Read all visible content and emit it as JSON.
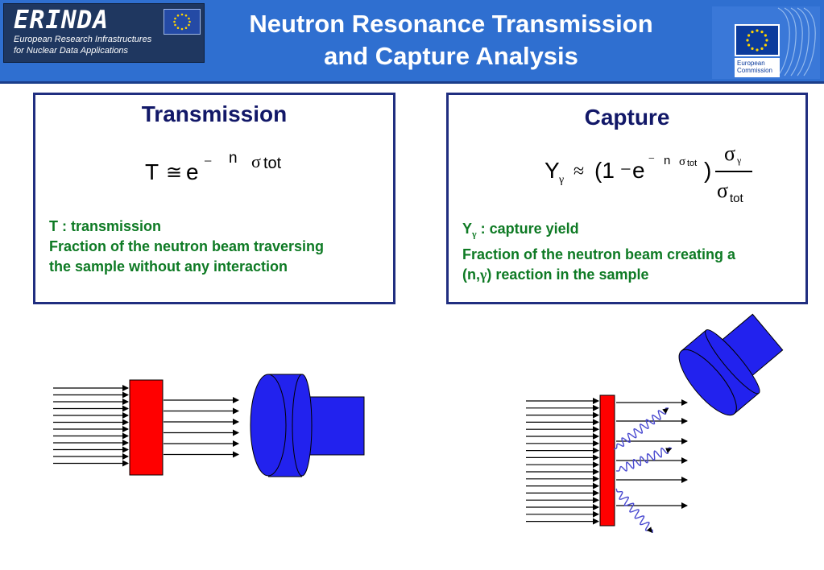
{
  "header": {
    "logo_name": "ERINDA",
    "logo_line1": "European Research Infrastructures",
    "logo_line2": "for Nuclear Data Applications",
    "title_line1": "Neutron Resonance Transmission",
    "title_line2": "and Capture Analysis",
    "ec_label_line1": "European",
    "ec_label_line2": "Commission"
  },
  "transmission": {
    "title": "Transmission",
    "eq_T": "T",
    "eq_approx": "≅",
    "eq_e": "e",
    "eq_minus": "−",
    "eq_n": "n",
    "eq_sigma": "σ",
    "eq_tot": "tot",
    "desc_line1": "T : transmission",
    "desc_line2": "Fraction of the neutron beam traversing",
    "desc_line3": "the sample without any interaction"
  },
  "capture": {
    "title": "Capture",
    "eq_Y": "Y",
    "eq_gamma": "γ",
    "eq_approx": "≈",
    "eq_open": "(1",
    "eq_minus": "−",
    "eq_e": "e",
    "eq_minus2": "−",
    "eq_n": "n",
    "eq_sigma": "σ",
    "eq_tot": "tot",
    "eq_close": ")",
    "desc_Y": "Y",
    "desc_gamma": "γ",
    "desc_line1_rest": " : capture yield",
    "desc_line2": "Fraction of the neutron beam creating a",
    "desc_line3_a": "(n,",
    "desc_line3_gamma": "γ",
    "desc_line3_b": ") reaction in the sample"
  },
  "colors": {
    "header_bg": "#2f6fd0",
    "panel_border": "#202e80",
    "title_color": "#121868",
    "desc_green": "#0e7a24",
    "sample_red": "#ff0000",
    "detector_blue": "#2222ee",
    "gamma_purple": "#4a4ad0"
  }
}
